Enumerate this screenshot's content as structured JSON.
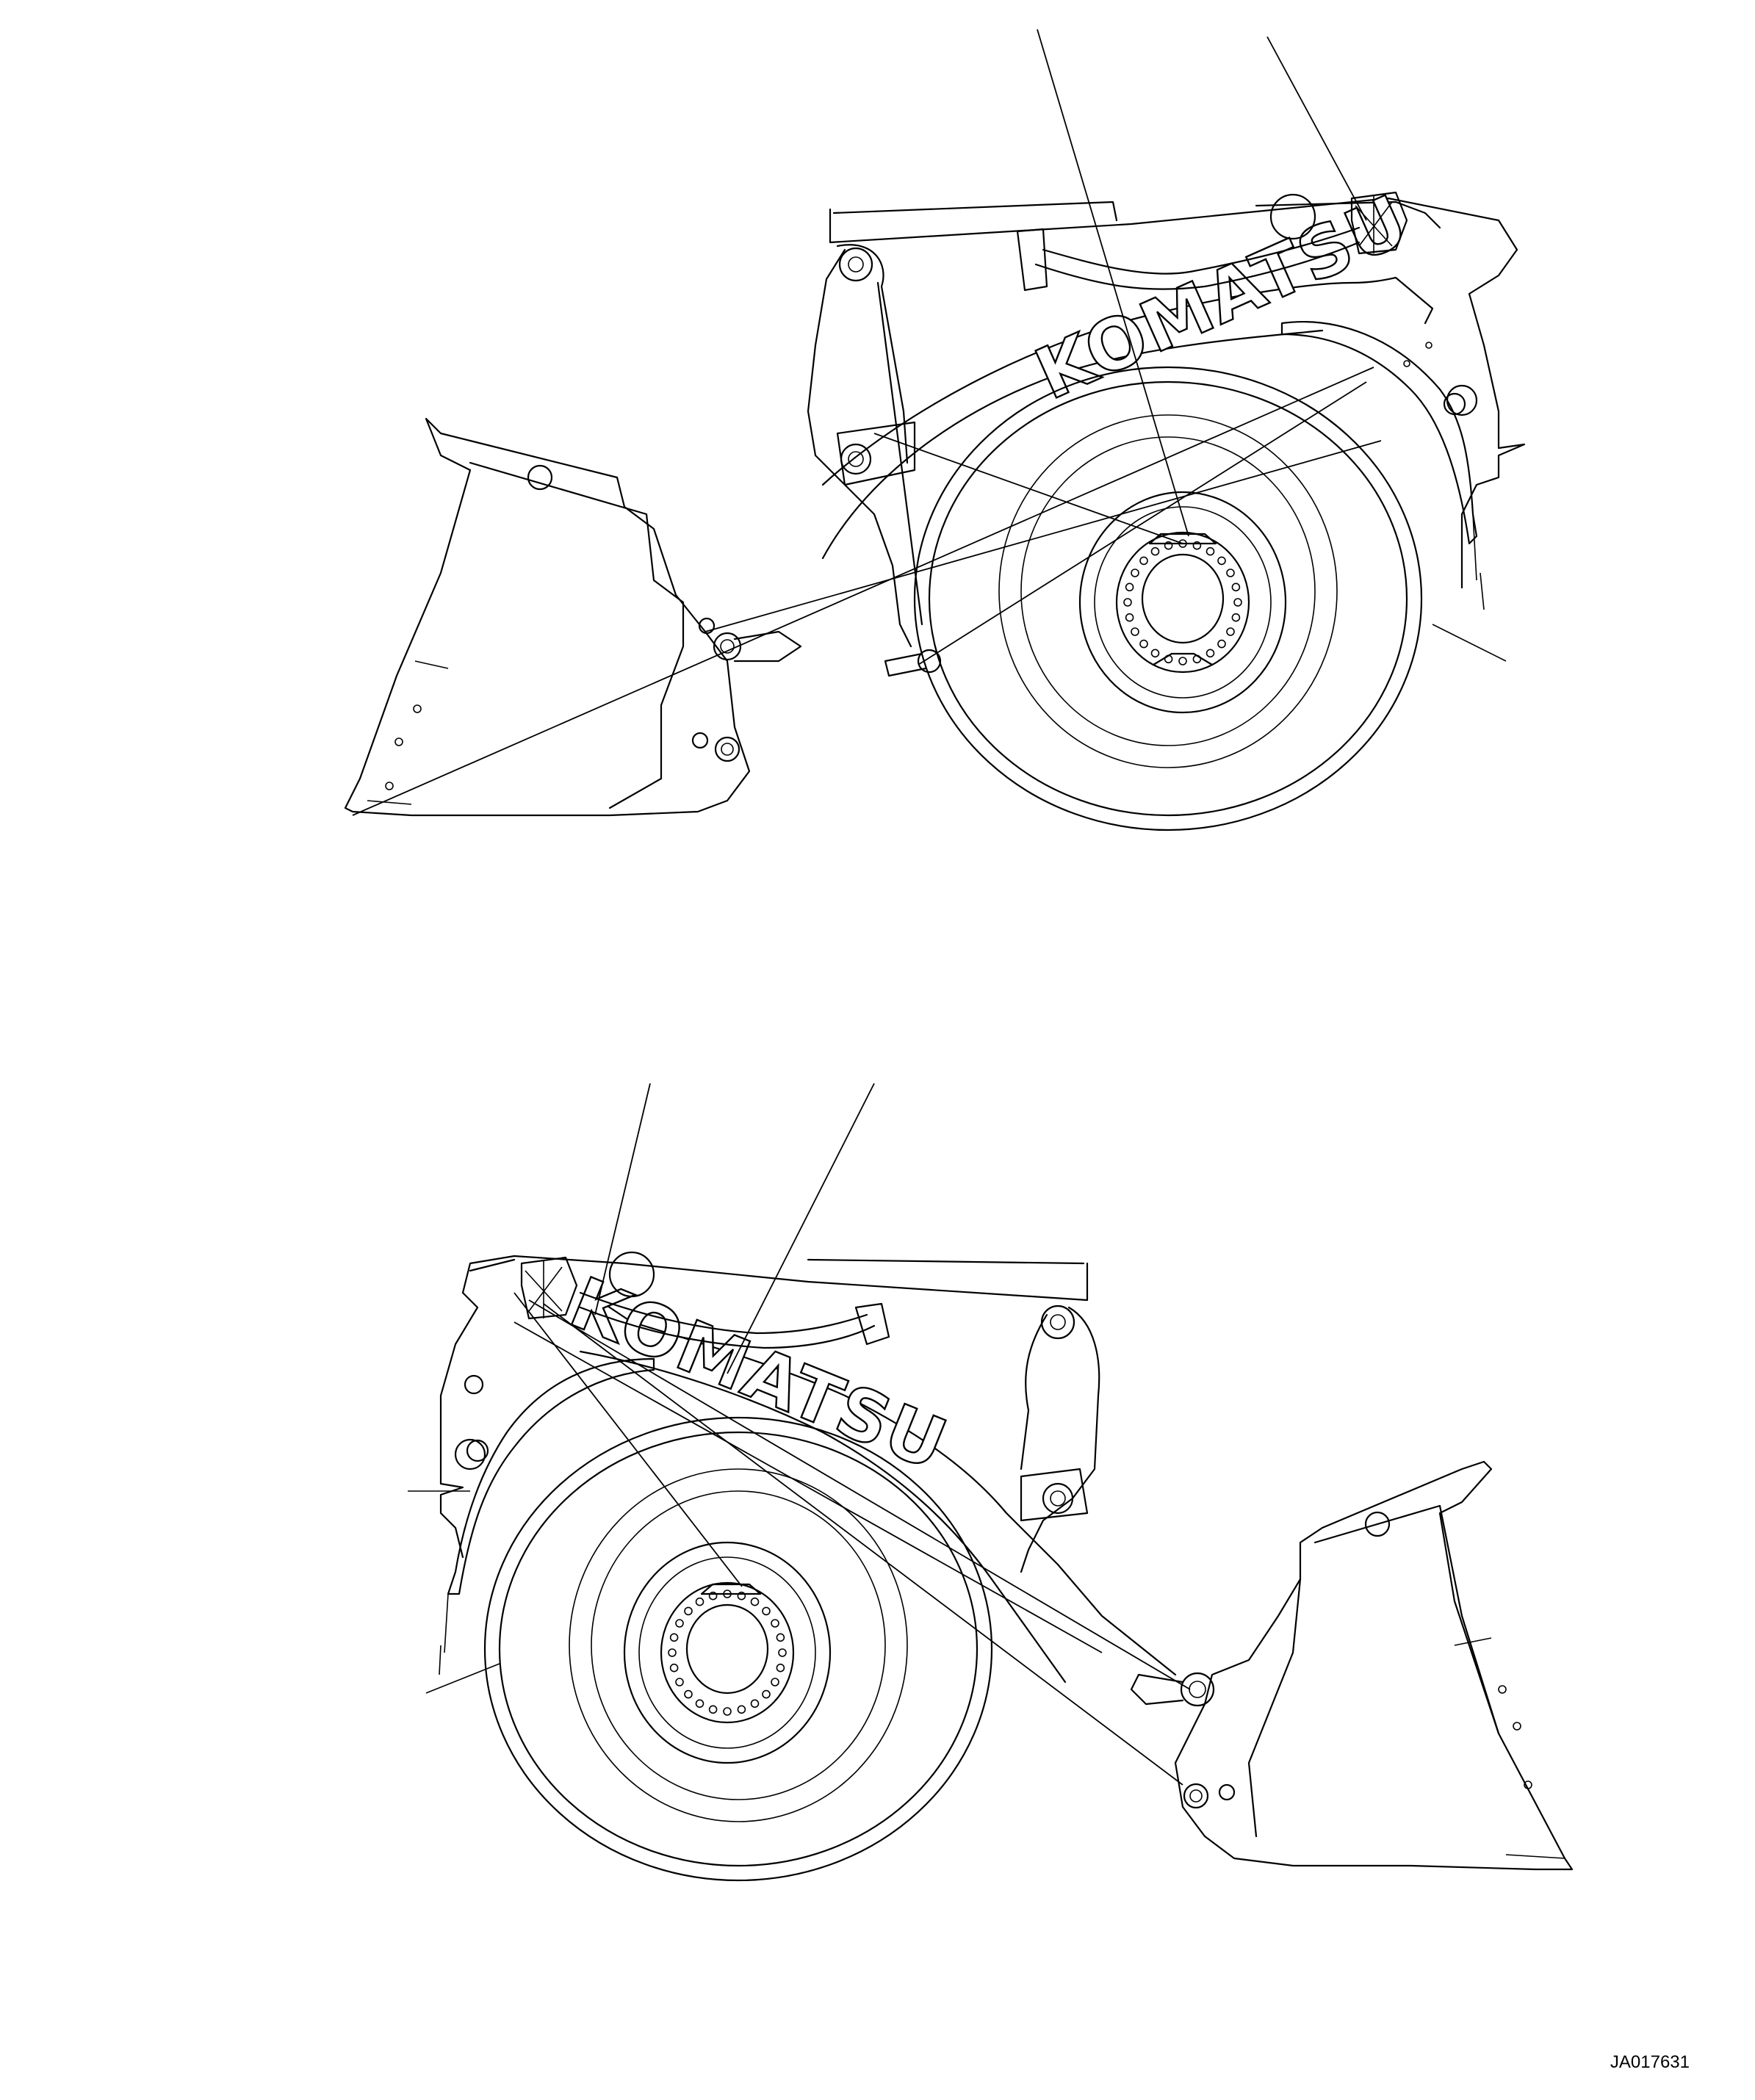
{
  "brand_text": "KOMATSU",
  "drawing_code": "JA017631",
  "views": [
    {
      "name": "left-side-view",
      "brand": "KOMATSU"
    },
    {
      "name": "right-side-view",
      "brand": "KOMATSU"
    }
  ]
}
